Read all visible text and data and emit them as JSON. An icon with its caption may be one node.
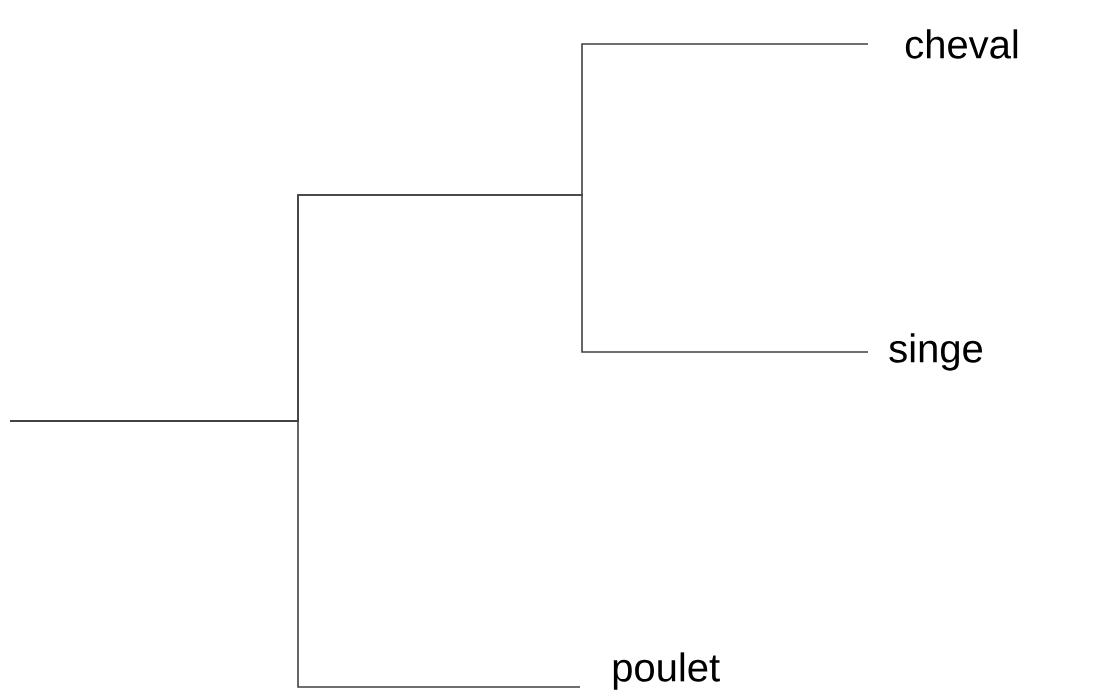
{
  "diagram": {
    "nodes": [
      {
        "text": [
          "cheval"
        ]
      },
      {
        "text": [
          "singe"
        ]
      },
      {
        "text": [
          "poulet"
        ]
      }
    ],
    "edges": [
      {
        "from": null,
        "to": 0,
        "arrow": "none"
      },
      {
        "from": null,
        "to": 1,
        "arrow": "none"
      },
      {
        "from": null,
        "to": 2,
        "arrow": "none"
      }
    ]
  }
}
